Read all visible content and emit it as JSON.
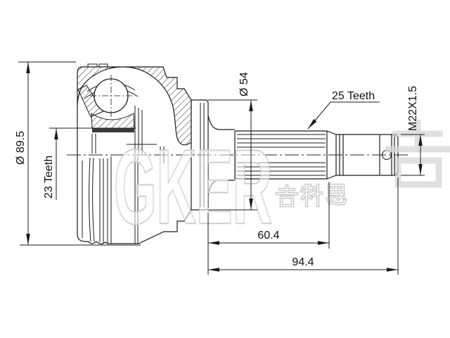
{
  "drawing": {
    "type": "cv-joint-outer-race-technical-drawing",
    "labels": {
      "outer_diameter": "Ø 89.5",
      "inner_spline": "23 Teeth",
      "boot_seat_diameter": "Ø 54",
      "outer_spline": "25 Teeth",
      "thread_spec": "M22X1.5",
      "spline_section_length": "60.4",
      "overall_stem_length": "94.4"
    }
  },
  "watermark": {
    "brand": "GKER",
    "brand_cn": "吉科恩"
  },
  "colors": {
    "line": "#1b1b1b",
    "background": "#ffffff",
    "watermark_gray": "#c9c9c9"
  }
}
